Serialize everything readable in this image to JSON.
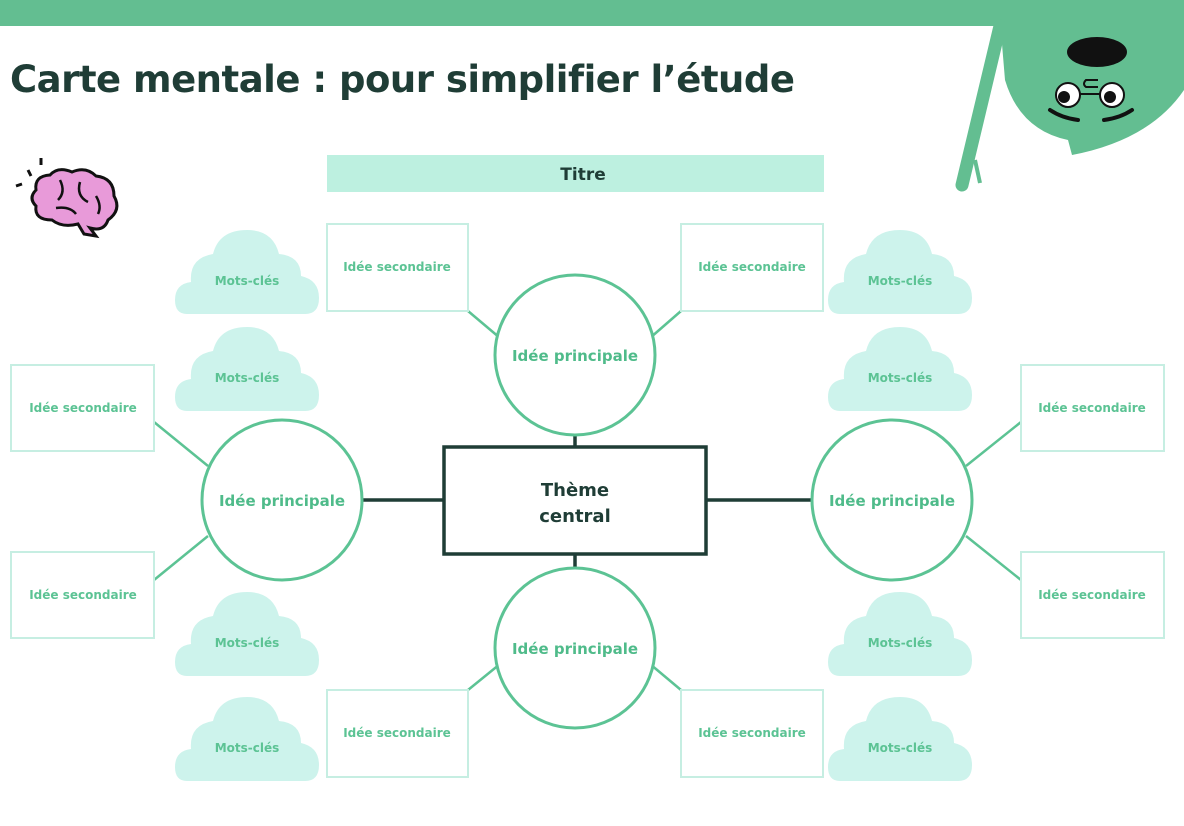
{
  "header": {
    "title": "Carte mentale : pour simplifier l’étude"
  },
  "colors": {
    "accent": "#63be91",
    "dark": "#1f3d36",
    "light": "#bdf0e0",
    "cloud": "#cdf3ec"
  },
  "diagram": {
    "title_bar": "Titre",
    "central": [
      "Thème",
      "central"
    ],
    "main_idea": "Idée principale",
    "secondary_idea": "Idée secondaire",
    "keywords": "Mots-clés"
  },
  "icons": [
    "brain-icon",
    "mascot-character"
  ]
}
